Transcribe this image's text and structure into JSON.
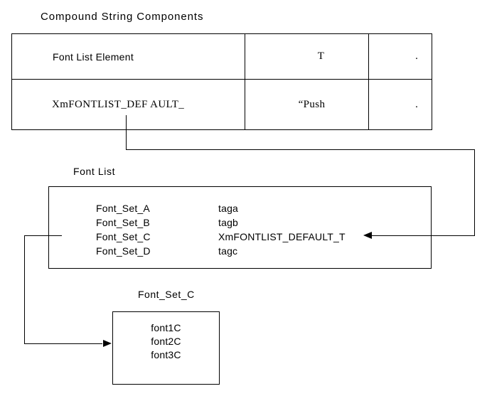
{
  "title": "Compound String Components",
  "table": {
    "rows": [
      {
        "col1": "Font List Element",
        "col2": "T",
        "col3": "."
      },
      {
        "col1": "XmFONTLIST_DEF AULT_",
        "col2": "“Push",
        "col3": "."
      }
    ]
  },
  "font_list": {
    "label": "Font List",
    "entries": [
      {
        "name": "Font_Set_A",
        "tag": "taga"
      },
      {
        "name": "Font_Set_B",
        "tag": "tagb"
      },
      {
        "name": "Font_Set_C",
        "tag": "XmFONTLIST_DEFAULT_T"
      },
      {
        "name": "Font_Set_D",
        "tag": "tagc"
      }
    ]
  },
  "font_set_c": {
    "label": "Font_Set_C",
    "fonts": [
      "font1C",
      "font2C",
      "font3C"
    ]
  },
  "colors": {
    "background": "#ffffff",
    "line": "#000000",
    "text": "#000000"
  }
}
